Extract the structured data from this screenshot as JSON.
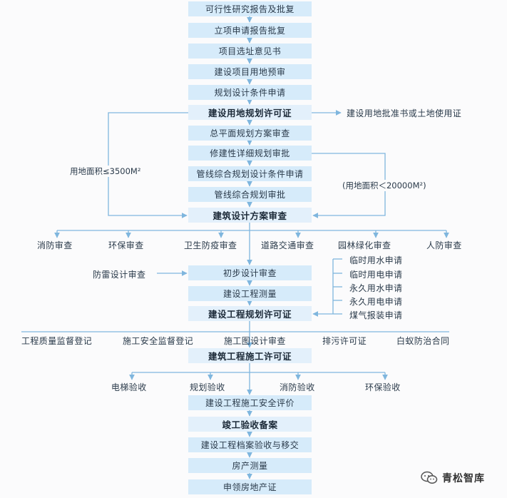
{
  "main_steps": [
    {
      "label": "可行性研究报告及批复",
      "bold": false
    },
    {
      "label": "立项申请报告批复",
      "bold": false
    },
    {
      "label": "项目选址意见书",
      "bold": false
    },
    {
      "label": "建设项目用地预审",
      "bold": false
    },
    {
      "label": "规划设计条件申请",
      "bold": false
    },
    {
      "label": "建设用地规划许可证",
      "bold": true
    },
    {
      "label": "总平面规划方案审查",
      "bold": false
    },
    {
      "label": "修建性详细规划审批",
      "bold": false
    },
    {
      "label": "管线综合规划设计条件申请",
      "bold": false
    },
    {
      "label": "管线综合规划审批",
      "bold": false
    },
    {
      "label": "建筑设计方案审查",
      "bold": true
    },
    {
      "label": "初步设计审查",
      "bold": false
    },
    {
      "label": "建设工程测量",
      "bold": false
    },
    {
      "label": "建设工程规划许可证",
      "bold": true
    },
    {
      "label": "建筑工程施工许可证",
      "bold": true
    },
    {
      "label": "建设工程施工安全评价",
      "bold": false
    },
    {
      "label": "竣工验收备案",
      "bold": true
    },
    {
      "label": "建设工程档案验收与移交",
      "bold": false
    },
    {
      "label": "房产测量",
      "bold": false
    },
    {
      "label": "申领房地产证",
      "bold": false
    }
  ],
  "land_use_cert": "建设用地批准书或土地使用证",
  "condition_left": "用地面积≤3500M²",
  "condition_right": "(用地面积＜20000M²)",
  "design_reviews": [
    "消防审查",
    "环保审查",
    "卫生防疫审查",
    "道路交通审查",
    "园林绿化审查",
    "人防审查"
  ],
  "lightning_review": "防雷设计审查",
  "utility_apps": [
    "临时用水申请",
    "临时用电申请",
    "永久用水申请",
    "永久用电申请",
    "煤气报装申请"
  ],
  "construction_items": [
    "工程质量监督登记",
    "施工安全监督登记",
    "施工图设计审查",
    "排污许可证",
    "白蚁防治合同"
  ],
  "acceptances": [
    "电梯验收",
    "规划验收",
    "消防验收",
    "环保验收"
  ],
  "watermark": "青松智库",
  "colors": {
    "box_fill": "#d6ebfa",
    "line": "#7fb6de",
    "text": "#2a3a4a"
  }
}
